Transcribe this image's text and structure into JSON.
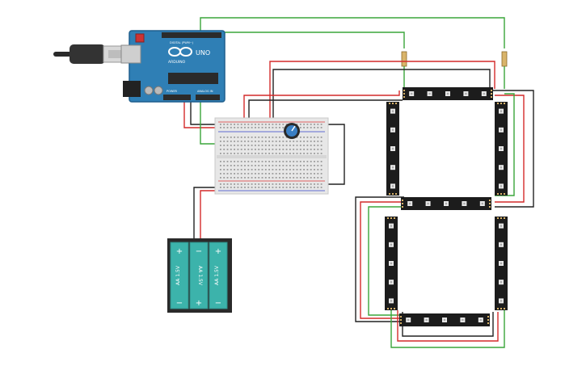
{
  "arduino": {
    "logo_text": "ARDUINO",
    "model": "UNO",
    "label_power": "POWER",
    "label_analog_in": "ANALOG IN",
    "label_digital": "DIGITAL (PWM~)",
    "colors": {
      "board": "#2f7fb5",
      "board_edge": "#1f5f8d",
      "header": "#2b2b2b"
    }
  },
  "battery_pack": {
    "cells": [
      {
        "label": "AA 1.5V",
        "orientation": "plus-top"
      },
      {
        "label": "AA 1.5V",
        "orientation": "plus-bottom"
      },
      {
        "label": "AA 1.5V",
        "orientation": "plus-top"
      }
    ],
    "plus_symbol": "+",
    "minus_symbol": "−",
    "colors": {
      "case": "#2a2a2a",
      "cell": "#3cb3ab",
      "cell_dark": "#2e8f88"
    }
  },
  "breadboard": {
    "colors": {
      "body": "#e7e7e7",
      "rail_red": "#d33",
      "rail_blue": "#34c"
    }
  },
  "potentiometer": {
    "colors": {
      "body": "#2a2a2a",
      "knob": "#3a7fc4"
    }
  },
  "led_strips": {
    "segments": [
      "a",
      "b",
      "c",
      "d",
      "e",
      "f",
      "g"
    ],
    "leds_per_segment": 5,
    "colors": {
      "strip": "#1c1c1c",
      "led": "#e8e8e8"
    }
  },
  "wires": {
    "colors": {
      "red": "#d42a2a",
      "black": "#222222",
      "green": "#3aa63a"
    }
  }
}
